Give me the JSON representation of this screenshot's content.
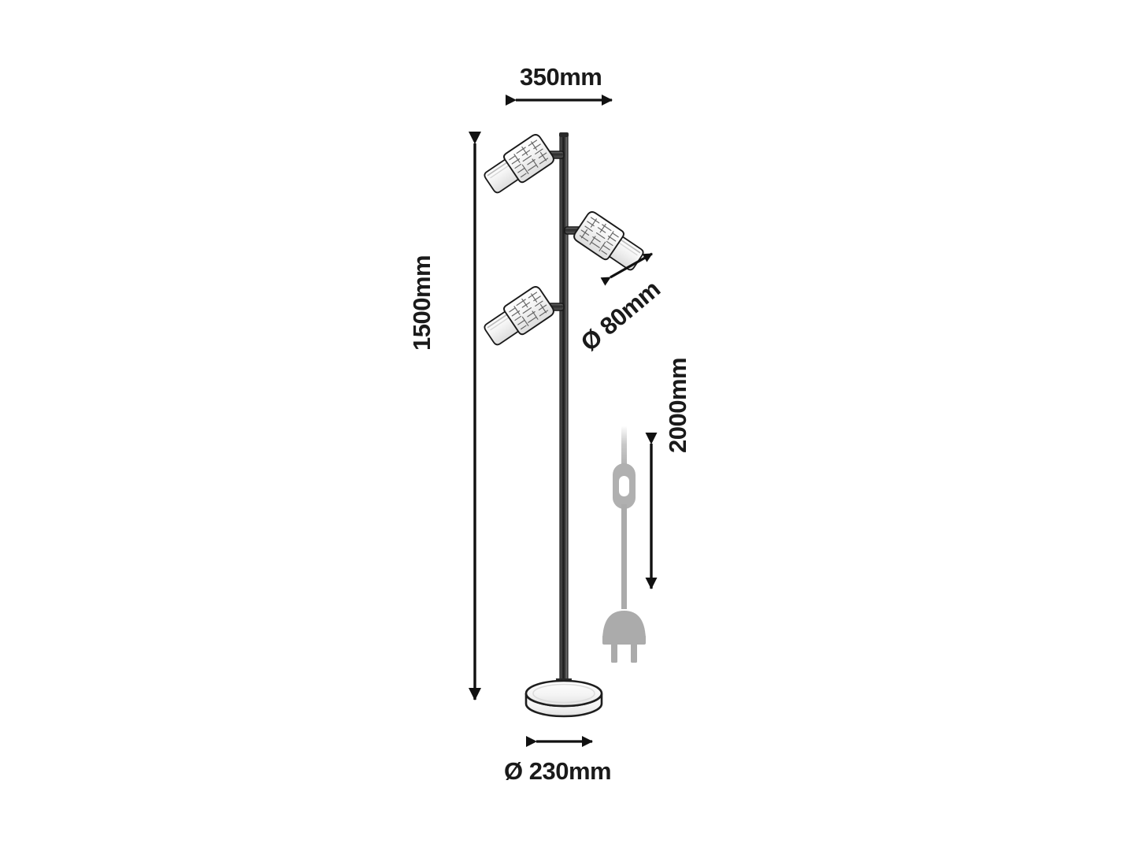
{
  "drawing": {
    "title": "Floor lamp technical dimension drawing",
    "subject": "three-head floor lamp",
    "units": "mm",
    "line_color": "#1a1a1a",
    "cord_color": "#a6a6a6",
    "shade_fill": "#f2f2f2",
    "background": "#ffffff"
  },
  "dimensions": {
    "width_top": {
      "label": "350mm",
      "value": 350,
      "unit": "mm",
      "orientation": "horizontal",
      "describes": "overall spread of lamp heads"
    },
    "height_total": {
      "label": "1500mm",
      "value": 1500,
      "unit": "mm",
      "orientation": "vertical",
      "describes": "total lamp height"
    },
    "shade_diameter": {
      "label": "Ø 80mm",
      "value": 80,
      "unit": "mm",
      "orientation": "diagonal",
      "describes": "spot shade diameter"
    },
    "cord_length": {
      "label": "2000mm",
      "value": 2000,
      "unit": "mm",
      "orientation": "vertical",
      "describes": "power cord length"
    },
    "base_diameter": {
      "label": "Ø 230mm",
      "value": 230,
      "unit": "mm",
      "orientation": "horizontal",
      "describes": "base plate diameter"
    }
  },
  "parts": {
    "pole": "vertical-pole",
    "base": "round-base-plate",
    "heads": [
      {
        "position": "top",
        "direction": "left"
      },
      {
        "position": "middle",
        "direction": "right"
      },
      {
        "position": "bottom",
        "direction": "left"
      }
    ],
    "cord": "power-cord",
    "switch": "inline-rocker-switch",
    "plug": "mains-plug"
  }
}
